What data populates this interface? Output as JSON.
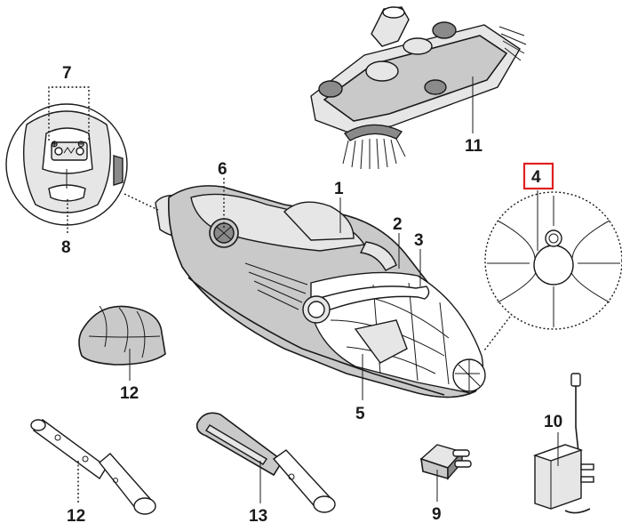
{
  "labels": {
    "p1": "1",
    "p2": "2",
    "p3": "3",
    "p4": "4",
    "p5": "5",
    "p6": "6",
    "p7": "7",
    "p8": "8",
    "p9": "9",
    "p10": "10",
    "p11": "11",
    "p12_bag": "12",
    "p12_pole": "12",
    "p13": "13"
  },
  "colors": {
    "highlight": "#e02020",
    "line": "#1a1a1a",
    "part_fill": "#c9c9c9"
  },
  "highlighted_part": "4"
}
